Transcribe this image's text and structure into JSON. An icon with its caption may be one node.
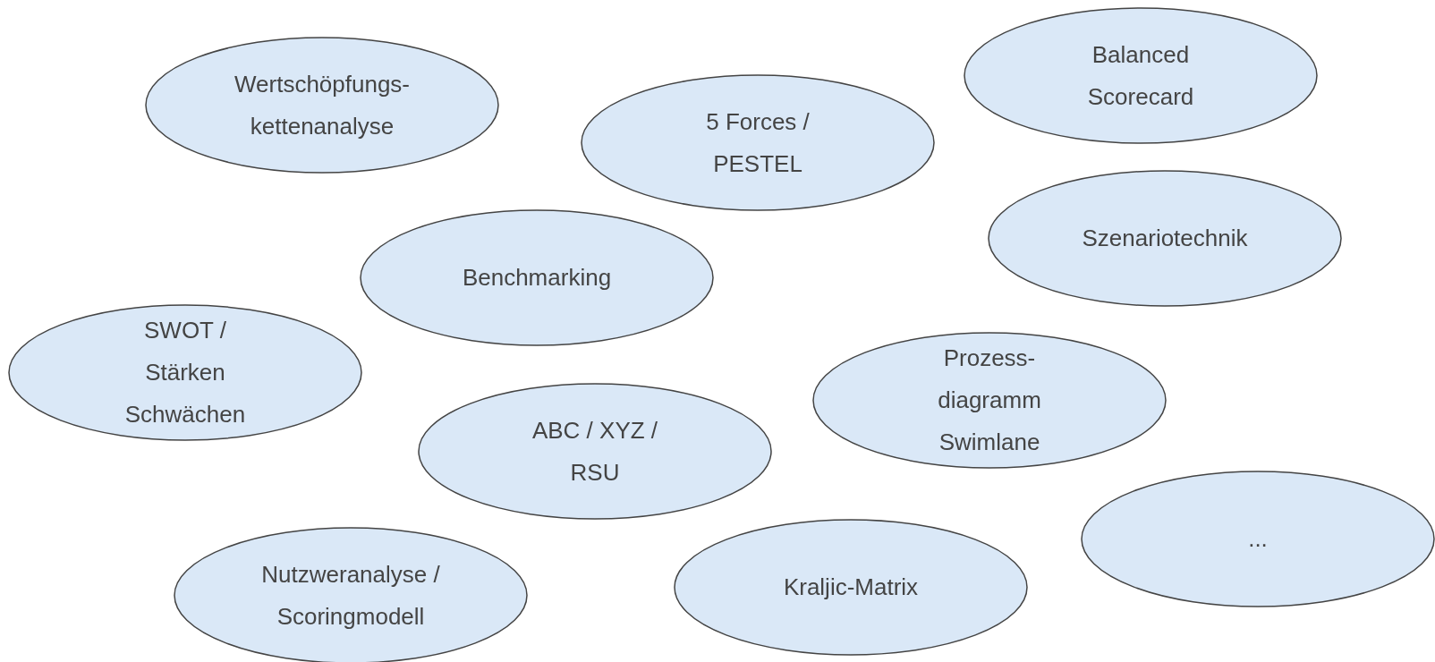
{
  "diagram": {
    "nodes": [
      {
        "text": [
          "Balanced Scorecard"
        ]
      },
      {
        "text": [
          "Wertschöpfungs- kettenanalyse"
        ]
      },
      {
        "text": [
          "5 Forces / PESTEL"
        ]
      },
      {
        "text": [
          "Szenariotechnik"
        ]
      },
      {
        "text": [
          "Benchmarking"
        ]
      },
      {
        "text": [
          "SWOT / Stärken Schwächen"
        ]
      },
      {
        "text": [
          "Prozess- diagramm Swimlane"
        ]
      },
      {
        "text": [
          "ABC / XYZ / RSU"
        ]
      },
      {
        "text": [
          "..."
        ]
      },
      {
        "text": [
          "Kraljic-Matrix"
        ]
      },
      {
        "text": [
          "Nutzweranalyse / Scoringmodell"
        ]
      }
    ]
  }
}
